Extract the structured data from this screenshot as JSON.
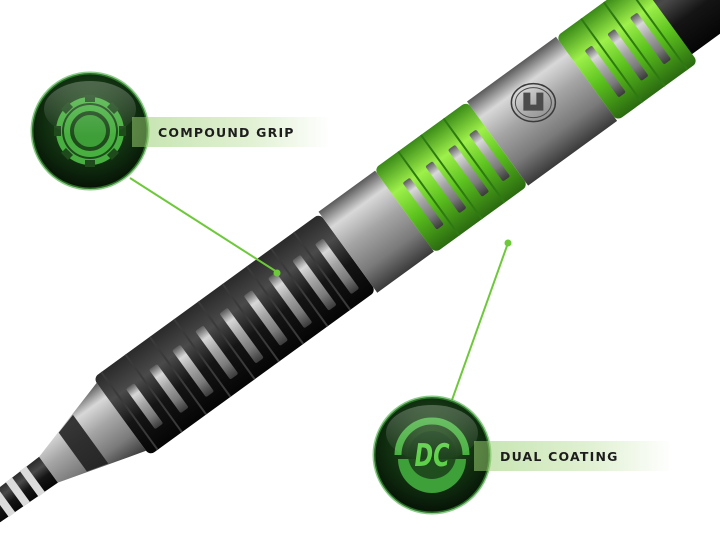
{
  "features": [
    {
      "id": "compound-grip",
      "label": "COMPOUND GRIP",
      "icon": "gear-ring-icon"
    },
    {
      "id": "dual-coating",
      "label": "DUAL COATING",
      "icon": "dc-monogram-icon",
      "icon_text": "DC"
    }
  ],
  "product": {
    "logo_icon": "brand-u-logo-icon"
  },
  "colors": {
    "accent_green": "#6dcc2a",
    "callout_line": "#6ec93a",
    "badge_dark": "#0b1a0b",
    "badge_green": "#3aa83a",
    "steel": "#9a9a9a",
    "black_coating": "#151515"
  }
}
